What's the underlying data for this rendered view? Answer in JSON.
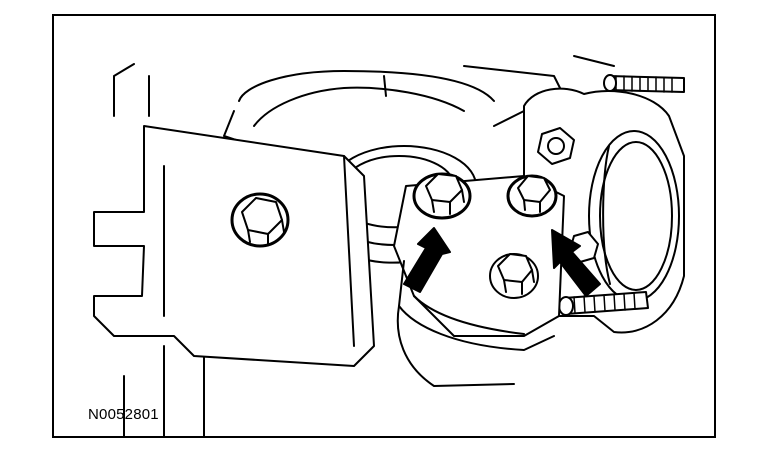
{
  "figure": {
    "id_label": "N0052801",
    "line_color": "#000000",
    "fill_color": "#ffffff"
  },
  "callouts": [
    {
      "icon": "arrow-icon",
      "points_to": "left-bracket-bolt"
    },
    {
      "icon": "arrow-icon",
      "points_to": "right-bracket-bolt"
    }
  ]
}
